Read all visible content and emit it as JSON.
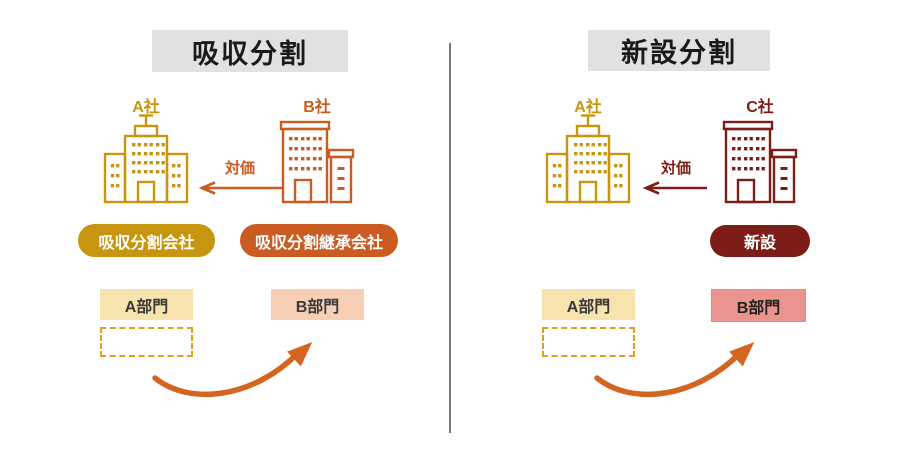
{
  "panels": [
    {
      "title": "吸収分割",
      "source_company": "A社",
      "counter_company": "B社",
      "consideration": "対価",
      "source_badge": "吸収分割会社",
      "counter_badge": "吸収分割継承会社",
      "source_division": "A部門",
      "transferred_division": "B部門"
    },
    {
      "title": "新設分割",
      "source_company": "A社",
      "counter_company": "C社",
      "consideration": "対価",
      "counter_badge": "新設",
      "source_division": "A部門",
      "transferred_division": "B部門"
    }
  ],
  "colors": {
    "gold": "#C8950F",
    "orange": "#CC5B22",
    "maroon": "#7C1D17",
    "transfer_arrow": "#D4641F",
    "title_background": "#E1E1E1",
    "title_text": "#1A1A1A",
    "division_a_background": "#F6E3AE",
    "division_b_absorption_background": "#F7CFB5",
    "division_b_incorporation_background": "#EA948F",
    "dashed_border": "#E2A01F",
    "divider": "#7A7A7A"
  }
}
